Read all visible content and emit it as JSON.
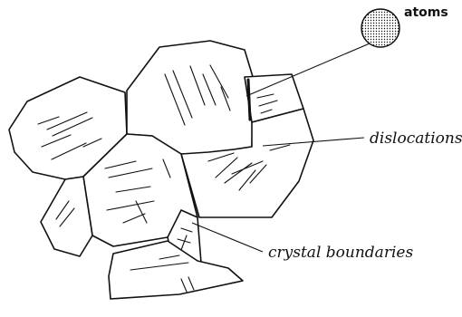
{
  "labels": {
    "atoms": "atoms",
    "dislocations": "dislocations",
    "crystal_boundaries": "crystal boundaries"
  }
}
